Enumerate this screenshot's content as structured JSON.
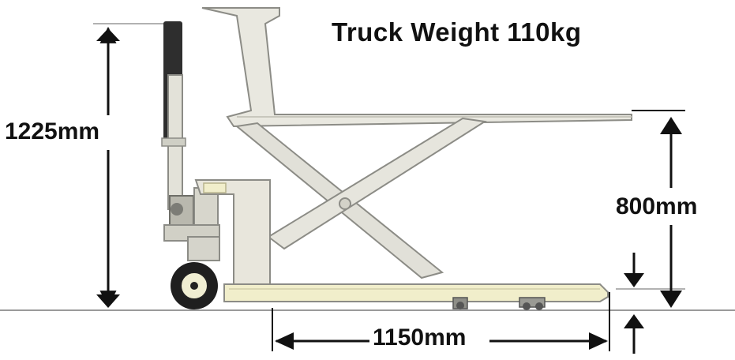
{
  "title": "Truck Weight 110kg",
  "dimensions": {
    "overall_height": "1225mm",
    "lift_height": "800mm",
    "fork_length": "1150mm"
  },
  "colors": {
    "truck_body": "#e8e6da",
    "fork_base": "#f1eecb",
    "outline": "#8c8c86",
    "handle": "#2e2e2e",
    "dimension_lines": "#111111"
  }
}
